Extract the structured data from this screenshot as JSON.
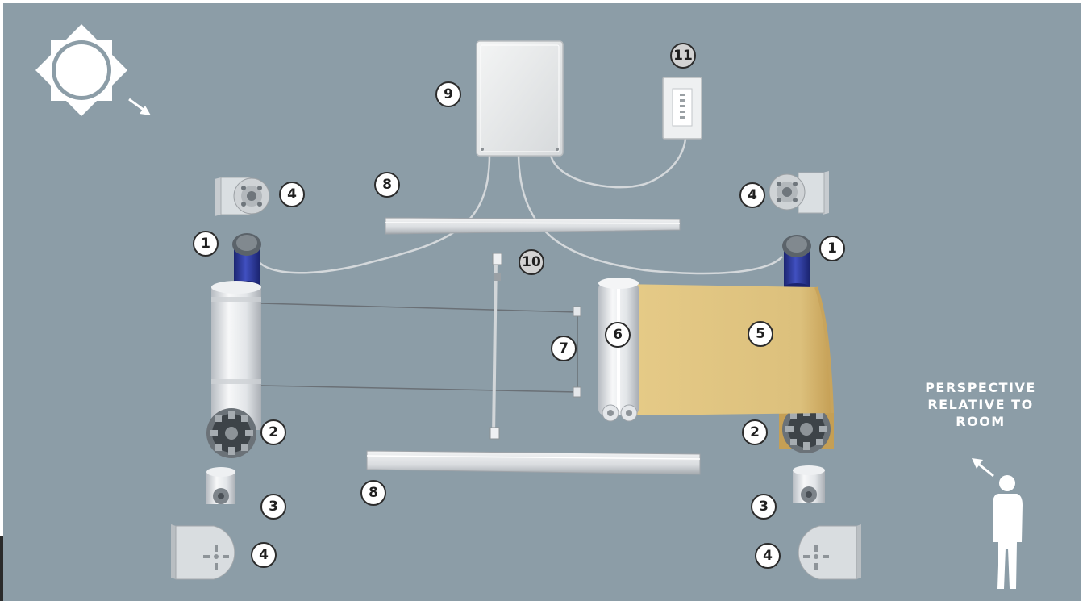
{
  "colors": {
    "background": "#8c9da7",
    "frame": "#ffffff",
    "fabric": "#dcc07c",
    "fabric_edge": "#c8a45c",
    "motor_blue": "#2c3a9a",
    "aluminum": "#e6e8ea",
    "badge_fill": "#ffffff",
    "badge_fill_alt": "#d3d3d3",
    "badge_border": "#2b2b2b"
  },
  "icons": {
    "sun": "sun-icon",
    "direction": "arrow-icon",
    "person": "person-silhouette-icon"
  },
  "callouts": {
    "motor_left": "1",
    "motor_right": "1",
    "tube_left": "2",
    "tube_right": "2",
    "end_plug_left": "3",
    "end_plug_right": "3",
    "bracket_top_left": "4",
    "bracket_top_right": "4",
    "bracket_bottom_left": "4",
    "bracket_bottom_right": "4",
    "fabric": "5",
    "bottom_bar": "6",
    "tension_cable": "7",
    "rail_top": "8",
    "rail_bottom": "8",
    "control_box": "9",
    "hold_down_bracket": "10",
    "wall_switch": "11"
  },
  "perspective_label": {
    "line1": "PERSPECTIVE",
    "line2": "RELATIVE TO",
    "line3": "ROOM"
  }
}
